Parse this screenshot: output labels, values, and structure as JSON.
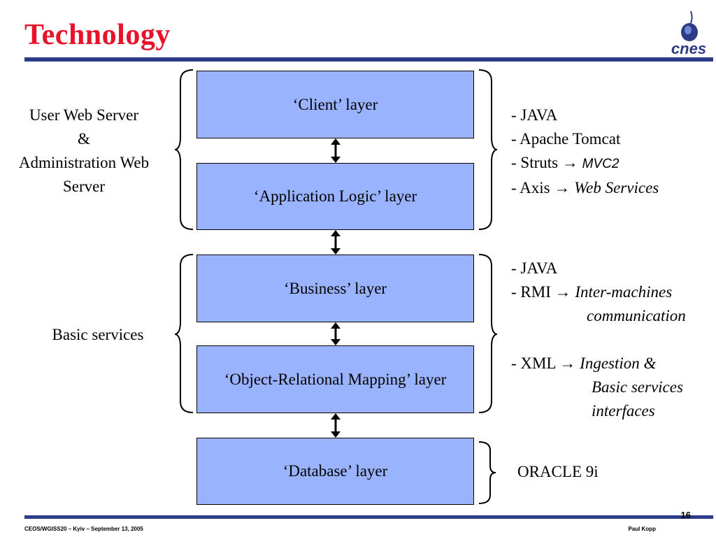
{
  "slide": {
    "title": "Technology",
    "page_number": "16",
    "footer_left": "CEOS/WGISS20 – Kyiv – September 13, 2005",
    "footer_right": "Paul Kopp",
    "logo_text": "cnes"
  },
  "layers": [
    {
      "label": "‘Client’ layer"
    },
    {
      "label": "‘Application Logic’ layer"
    },
    {
      "label": "‘Business’ layer"
    },
    {
      "label": "‘Object-Relational Mapping’ layer"
    },
    {
      "label": "‘Database’ layer"
    }
  ],
  "groups": {
    "web": {
      "left_lines": [
        "User Web Server",
        "&",
        "Administration Web",
        "Server"
      ],
      "right_lines": [
        {
          "prefix": "- JAVA",
          "detail": ""
        },
        {
          "prefix": "- Apache Tomcat",
          "detail": ""
        },
        {
          "prefix": "- Struts →",
          "detail": "MVC2"
        },
        {
          "prefix": "- Axis →",
          "detail": "Web Services"
        }
      ]
    },
    "basic": {
      "left_label": "Basic services",
      "right_lines": [
        {
          "prefix": "- JAVA",
          "detail": ""
        },
        {
          "prefix": "- RMI →",
          "detail": "Inter-machines"
        },
        {
          "prefix": "",
          "detail": "communication"
        },
        {
          "prefix": "- XML →",
          "detail": "Ingestion &"
        },
        {
          "prefix": "",
          "detail": "Basic services"
        },
        {
          "prefix": "",
          "detail": "interfaces"
        }
      ]
    },
    "database": {
      "right_label": "ORACLE 9i"
    }
  }
}
